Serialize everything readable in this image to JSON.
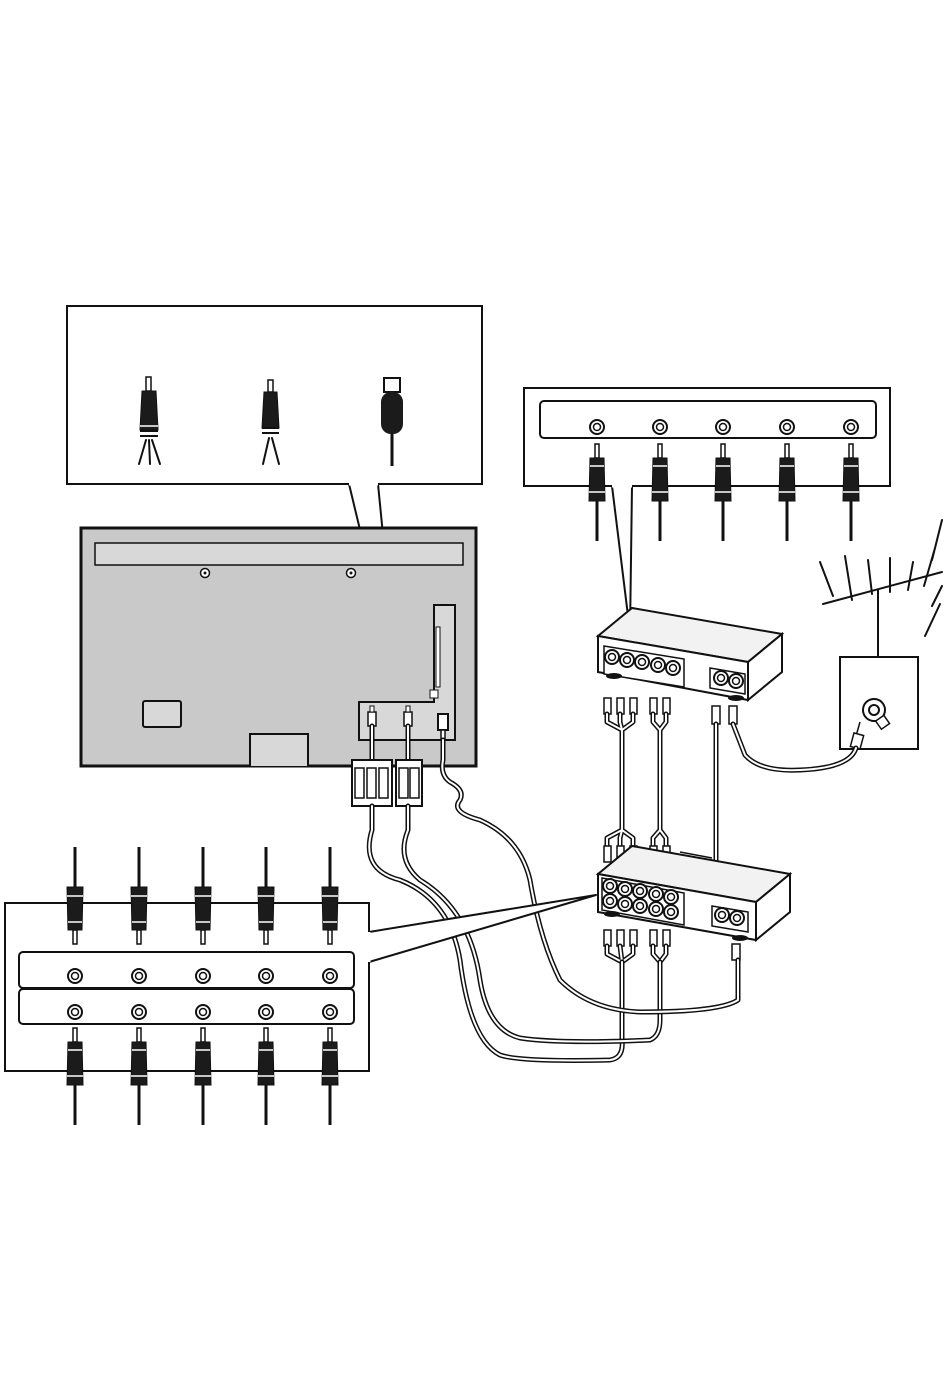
{
  "diagram": {
    "type": "tv-connection-illustration",
    "components": [
      "tv-rear-panel",
      "cable-callout",
      "av-output-panel-callout",
      "upper-av-device",
      "lower-av-device",
      "antenna",
      "antenna-wall-socket",
      "av-input-output-callout"
    ],
    "colors": {
      "line": "#111111",
      "tv_back": "#c9c9c9",
      "plug": "#1b1b1b",
      "background": "#ffffff"
    },
    "icons": [
      "av-cable-icon",
      "audio-cable-icon",
      "hdmi-cable-icon",
      "rca-plug-icon",
      "coaxial-plug-icon",
      "antenna-icon"
    ]
  }
}
